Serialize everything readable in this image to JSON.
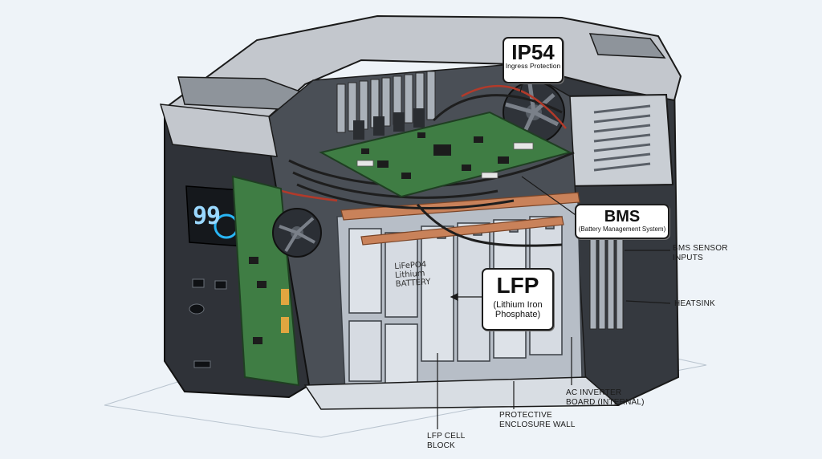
{
  "callouts": {
    "ip": {
      "title": "IP54",
      "subtitle": "Ingress Protection"
    },
    "bms": {
      "title": "BMS",
      "subtitle": "(Battery Management System)"
    },
    "lfp": {
      "title": "LFP",
      "subtitle": "(Lithium Iron\nPhosphate)"
    }
  },
  "labels": {
    "bms_sensor": "BMS SENSOR\nINPUTS",
    "heatsink": "HEATSINK",
    "ac_inverter": "AC INVERTER\nBOARD (INTERNAL)",
    "enclosure": "PROTECTIVE\nENCLOSURE WALL",
    "cell_block": "LFP CELL\nBLOCK"
  },
  "cell_print": "LiFePO4\nLithium\nBATTERY",
  "display": {
    "readout": "99"
  },
  "colors": {
    "shell": "#b9bdc3",
    "shell_dark": "#2b2e33",
    "pcb": "#3f7d44",
    "copper": "#c9825a",
    "cell": "#d6dbe2",
    "lcd_glow": "#29b6f6"
  }
}
